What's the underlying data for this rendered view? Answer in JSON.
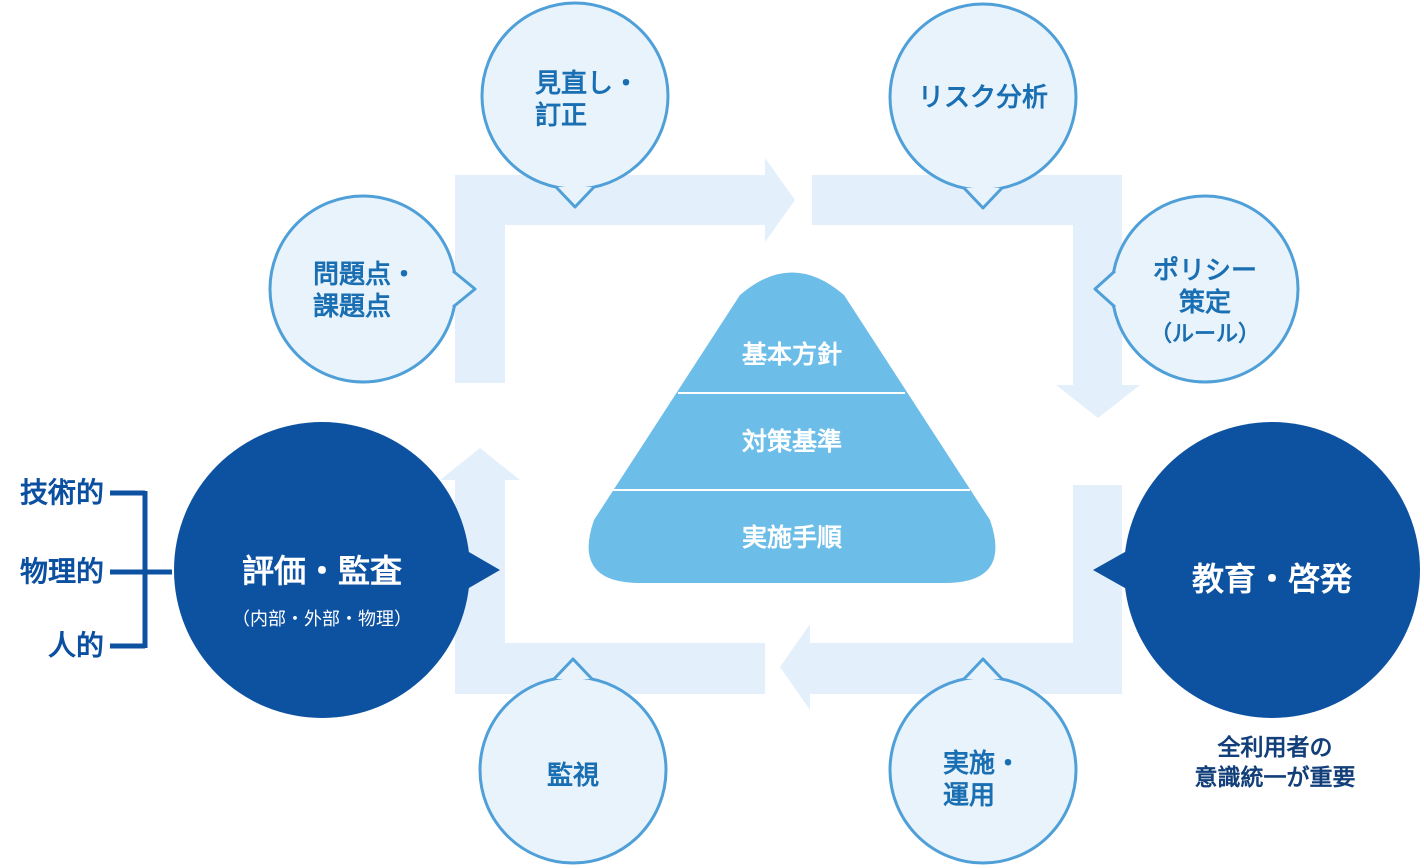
{
  "pyramid": {
    "levels": [
      "基本方針",
      "対策基準",
      "実施手順"
    ]
  },
  "bubbles": {
    "review": [
      "見直し・",
      "訂正"
    ],
    "risk": [
      "リスク分析"
    ],
    "issues": [
      "問題点・",
      "課題点"
    ],
    "policy": [
      "ポリシー",
      "策定",
      "（ルール）"
    ],
    "monitor": [
      "監視"
    ],
    "operation": [
      "実施・",
      "運用"
    ]
  },
  "evaluation": {
    "title": "評価・監査",
    "sub": "（内部・外部・物理）"
  },
  "education": {
    "title": "教育・啓発"
  },
  "aspects": [
    "技術的",
    "物理的",
    "人的"
  ],
  "education_note": [
    "全利用者の",
    "意識統一が重要"
  ],
  "colors": {
    "arrow_fill": "#e3f0fb",
    "bubble_fill": "#e8f3fc",
    "bubble_stroke": "#4f9fd8",
    "dark_circle": "#0d52a1",
    "pyramid": "#6dbde9",
    "bracket": "#0d52a1"
  }
}
